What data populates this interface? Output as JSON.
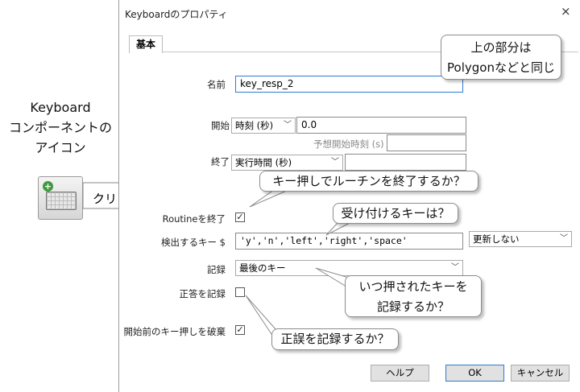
{
  "annotation": {
    "caption_lines": [
      "Keyboard",
      "コンポーネントの",
      "アイコン"
    ],
    "click_label": "クリック",
    "icon_name": "keyboard-icon"
  },
  "dialog": {
    "title": "Keyboardのプロパティ",
    "close": "×",
    "tab": "基本",
    "name_label": "名前",
    "name_value": "key_resp_2",
    "start_label": "開始",
    "start_type": "時刻 (秒)",
    "start_value": "0.0",
    "expected_start_placeholder": "予想開始時刻 (s)",
    "end_label": "終了",
    "end_type": "実行時間 (秒)",
    "end_value": "",
    "force_end_label": "Routineを終了",
    "force_end_checked": true,
    "keys_label": "検出するキー $",
    "keys_value": "'y','n','left','right','space'",
    "keys_update": "更新しない",
    "store_label": "記録",
    "store_value": "最後のキー",
    "store_correct_label": "正答を記録",
    "store_correct_checked": false,
    "discard_label": "開始前のキー押しを破棄",
    "discard_checked": true,
    "buttons": {
      "help": "ヘルプ",
      "ok": "OK",
      "cancel": "キャンセル"
    }
  },
  "callouts": {
    "top": [
      "上の部分は",
      "Polygonなどと同じ"
    ],
    "end_routine": "キー押しでルーチンを終了するか？",
    "keys": "受け付けるキーは？",
    "store": [
      "いつ押されたキーを",
      "記録するか？"
    ],
    "correct": "正誤を記録するか？"
  },
  "colors": {
    "focus_border": "#2e7bd3",
    "button_bg": "#e1e1e1"
  }
}
